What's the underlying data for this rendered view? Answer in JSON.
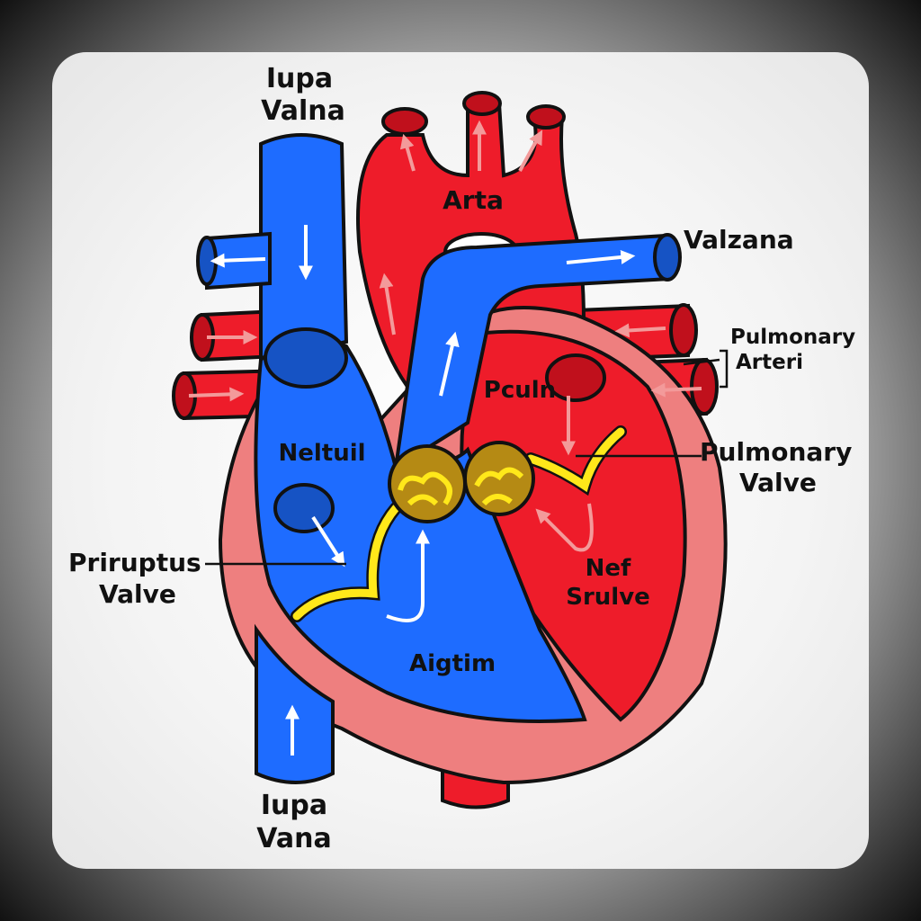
{
  "colors": {
    "vein_blue": "#1e6cff",
    "artery_red": "#ee1c2a",
    "dark_red": "#c0101c",
    "muscle_pink": "#ee7f7f",
    "valve_gold": "#b58a14",
    "valve_yellow": "#ffe81a",
    "outline": "#111111"
  },
  "labels": {
    "top_vein": [
      "Iupa",
      "Valna"
    ],
    "aorta": "Arta",
    "right_top_vessel": "Valzana",
    "pulmonary_arteri": [
      "Pulmonary",
      "Arteri"
    ],
    "pulmonary_valve": [
      "Pulmonary",
      "Valve"
    ],
    "left_upper_chamber": "Neltuil",
    "right_upper_chamber": "Pculn",
    "left_valve": [
      "Priruptus",
      "Valve"
    ],
    "right_lower_chamber": [
      "Nef",
      "Srulve"
    ],
    "lower_chamber": "Aigtim",
    "bottom_vein": [
      "Iupa",
      "Vana"
    ]
  }
}
